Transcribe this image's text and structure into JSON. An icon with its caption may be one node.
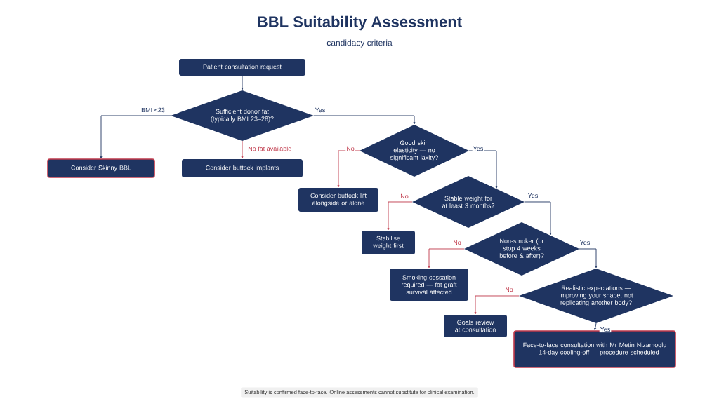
{
  "diagram": {
    "title": "BBL Suitability Assessment",
    "nodes": [
      {
        "text": [
          "Patient consultation request"
        ]
      },
      {
        "text": [
          "Sufficient donor fat (typically BMI 23–28)?"
        ]
      },
      {
        "text": [
          "Consider Skinny BBL"
        ]
      },
      {
        "text": [
          "Consider buttock implants"
        ]
      },
      {
        "text": [
          "Good skin elasticity — no significant laxity?"
        ]
      },
      {
        "text": [
          "Consider buttock lift alongside or alone"
        ]
      },
      {
        "text": [
          "Stable weight for at least 3 months?"
        ]
      },
      {
        "text": [
          "Stabilise weight first"
        ]
      },
      {
        "text": [
          "Non-smoker (or stop 4 weeks before & after)?"
        ]
      },
      {
        "text": [
          "Smoking cessation required — fat graft survival affected"
        ]
      },
      {
        "text": [
          "Realistic expectations — improving your shape, not replicating another body?"
        ]
      },
      {
        "text": [
          "Goals review at consultation"
        ]
      },
      {
        "text": [
          "Face-to-face consultation with Mr Metin Nizamoglu — 14-day cooling-off — procedure scheduled"
        ]
      }
    ],
    "edges": [
      {
        "from": 0,
        "to": 1,
        "arrow": "to"
      },
      {
        "from": 1,
        "to": 2,
        "arrow": "to",
        "label": "BMI <23"
      },
      {
        "from": 1,
        "to": 3,
        "arrow": "to",
        "label": "No fat available",
        "color": "#c0394b"
      },
      {
        "from": 1,
        "to": 4,
        "arrow": "to",
        "label": "Yes"
      },
      {
        "from": 4,
        "to": 5,
        "arrow": "to",
        "label": "No",
        "color": "#c0394b"
      },
      {
        "from": 4,
        "to": 6,
        "arrow": "to",
        "label": "Yes"
      },
      {
        "from": 6,
        "to": 7,
        "arrow": "to",
        "label": "No",
        "color": "#c0394b"
      },
      {
        "from": 6,
        "to": 8,
        "arrow": "to",
        "label": "Yes"
      },
      {
        "from": 8,
        "to": 9,
        "arrow": "to",
        "label": "No",
        "color": "#c0394b"
      },
      {
        "from": 8,
        "to": 10,
        "arrow": "to",
        "label": "Yes"
      },
      {
        "from": 10,
        "to": 11,
        "arrow": "to",
        "label": "No",
        "color": "#c0394b"
      },
      {
        "from": 10,
        "to": 12,
        "arrow": "to",
        "label": "Yes"
      }
    ],
    "labels": [
      "candidacy criteria",
      "Suitability is confirmed face-to-face. Online assessments cannot substitute for clinical examination."
    ]
  }
}
